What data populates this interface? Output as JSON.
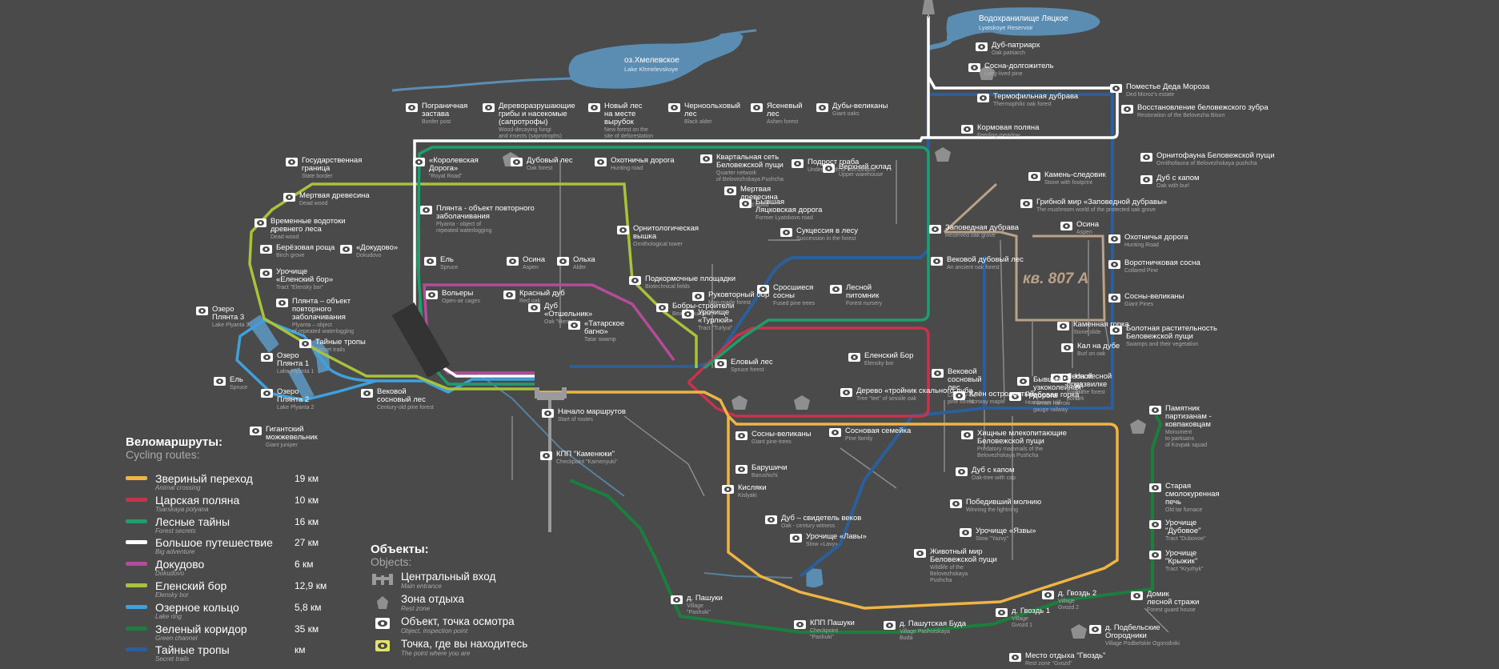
{
  "colors": {
    "background": "#4a4a4a",
    "water": "#5b8db3",
    "animal_crossing": "#f0b443",
    "tsar_glade": "#c6344c",
    "forest_secrets": "#1f9d6a",
    "big_adventure": "#ffffff",
    "dokudovo": "#b54b9b",
    "elensky_bor": "#a8c23a",
    "lake_ring": "#3ea0dc",
    "green_channel": "#1c7e3c",
    "secret_trails": "#2b5f9c",
    "road": "#b9a287"
  },
  "lakes": [
    {
      "ru": "Водохранилище Ляцкое",
      "en": "Lyatskoye Reservoir"
    },
    {
      "ru": "оз.Хмелевское",
      "en": "Lake Khmelevskoye"
    }
  ],
  "road_label": "кв. 807 А",
  "pois": [
    {
      "ru": "Дуб-патриарх",
      "en": "Oak patriarch"
    },
    {
      "ru": "Сосна-долгожитель",
      "en": "Long-lived pine"
    },
    {
      "ru": "Поместье Деда Мороза",
      "en": "Ded Moroz's estate"
    },
    {
      "ru": "Термофильная дубрава",
      "en": "Thermophilic oak forest"
    },
    {
      "ru": "Восстановление беловежского зубра",
      "en": "Restoration of the Belovezha Bison"
    },
    {
      "ru": "Кормовая поляна",
      "en": "Feeding meadow"
    },
    {
      "ru": "Пограничная\nзастава",
      "en": "Border post"
    },
    {
      "ru": "Дереворазрушающие\nгрибы и насекомые\n(сапротрофы)",
      "en": "Wood-decaying fungi\nand insects (saprotrophs)"
    },
    {
      "ru": "Новый лес\nна месте\nвырубок",
      "en": "New forest on the\nsite of deforestation"
    },
    {
      "ru": "Черноольховый\nлес",
      "en": "Black alder"
    },
    {
      "ru": "Ясеневый\nлес",
      "en": "Ashen forest"
    },
    {
      "ru": "Дубы-великаны",
      "en": "Giant oaks"
    },
    {
      "ru": "Государственная\nграница",
      "en": "State border"
    },
    {
      "ru": "«Королевская\nДорога»",
      "en": "\"Royal Road\""
    },
    {
      "ru": "Дубовый лес",
      "en": "Oak forest"
    },
    {
      "ru": "Охотничья дорога",
      "en": "Hunting road"
    },
    {
      "ru": "Квартальная сеть\nБеловежской пущи",
      "en": "Quarter network\nof Belovezhskaya Pushcha"
    },
    {
      "ru": "Подрост граба",
      "en": "Undergrowth of hornbeams"
    },
    {
      "ru": "Верхний склад",
      "en": "Upper warehouse"
    },
    {
      "ru": "Орнитофауна Беловежской пущи",
      "en": "Ornithofauna of Belovezhskaya pushcha"
    },
    {
      "ru": "Камень-следовик",
      "en": "Stone with footprint"
    },
    {
      "ru": "Дуб с капом",
      "en": "Oak with burl"
    },
    {
      "ru": "Мертвая\nдревесина",
      "en": "Dead wood"
    },
    {
      "ru": "Мертвая древесина",
      "en": "Dead wood"
    },
    {
      "ru": "Бывшая\nЛяцковская дорога",
      "en": "Former Lyatskovo road"
    },
    {
      "ru": "Грибной мир «Заповедной дубравы»",
      "en": "The mushroom world of the protected oak grove"
    },
    {
      "ru": "Временные водотоки\nдревнего леса",
      "en": "Dead wood"
    },
    {
      "ru": "Плянта - объект повторного\nзаболачивания",
      "en": "Plyanta - object of\nrepeated waterlogging"
    },
    {
      "ru": "Сукцессия в лесу",
      "en": "Succession in the forest"
    },
    {
      "ru": "Заповедная дубрава",
      "en": "Reserved oak grove"
    },
    {
      "ru": "Осина",
      "en": "Aspen"
    },
    {
      "ru": "Охотничья дорога",
      "en": "Hunting Road"
    },
    {
      "ru": "Берёзовая роща",
      "en": "Birch grove"
    },
    {
      "ru": "«Докудово»",
      "en": "Dokudovo"
    },
    {
      "ru": "Орнитологическая\nвышка",
      "en": "Ornithological tower"
    },
    {
      "ru": "Ель",
      "en": "Spruce"
    },
    {
      "ru": "Осина",
      "en": "Aspen"
    },
    {
      "ru": "Ольха",
      "en": "Alder"
    },
    {
      "ru": "Вековой дубовый лес",
      "en": "An ancient oak forest"
    },
    {
      "ru": "Воротничковая сосна",
      "en": "Collared Pine"
    },
    {
      "ru": "Урочище\n«Еленский бор»",
      "en": "Tract \"Elensky bor\""
    },
    {
      "ru": "Подкормочные площадки",
      "en": "Biotechnical fields"
    },
    {
      "ru": "Вольеры",
      "en": "Open-air cages"
    },
    {
      "ru": "Красный дуб",
      "en": "Red oak"
    },
    {
      "ru": "Руковторный бор",
      "en": "Man-made forest"
    },
    {
      "ru": "Сросшиеся\nсосны",
      "en": "Fused pine trees"
    },
    {
      "ru": "Лесной\nпитомник",
      "en": "Forest nursery"
    },
    {
      "ru": "Сосны-великаны",
      "en": "Giant Pines"
    },
    {
      "ru": "Плянта – объект\nповторного\nзаболачивания",
      "en": "Plyanta – object\nof repeated waterlogging"
    },
    {
      "ru": "Дуб\n«Отшельник»",
      "en": "Oak \"Hermit\""
    },
    {
      "ru": "Бобры-строители",
      "en": "Beaver builders"
    },
    {
      "ru": "Болотная растительность\nБеловежской пущи",
      "en": "Swamps and their vegetation"
    },
    {
      "ru": "Тайные тропы",
      "en": "Secret trails"
    },
    {
      "ru": "«Татарское\nбагно»",
      "en": "Tatar swamp"
    },
    {
      "ru": "Урочище\n«Турлюй»",
      "en": "Tract \"Turlyui\""
    },
    {
      "ru": "Каменная горка",
      "en": "Stone slide"
    },
    {
      "ru": "Еленский Бор",
      "en": "Elensky bor"
    },
    {
      "ru": "Кал на дубе",
      "en": "Burl on oak"
    },
    {
      "ru": "Еловый лес",
      "en": "Spruce forest"
    },
    {
      "ru": "На лесной\nразвилке",
      "en": "At the forest\nfork"
    },
    {
      "ru": "Дерево «тройник скального дуба",
      "en": "Tree \"tee\" of sessile oak"
    },
    {
      "ru": "Лесной\nпруд",
      "en": "Forest\npond"
    },
    {
      "ru": "Вековой\nсосновый\nлес",
      "en": "Century-old\npine forest"
    },
    {
      "ru": "Бывшая\nузкоколейная\nдорога",
      "en": "Former narrow\ngauge railway"
    },
    {
      "ru": "Грабовая горка",
      "en": "Hornbeam Hill"
    },
    {
      "ru": "Клён остролистый",
      "en": "Norway maple"
    },
    {
      "ru": "Озеро\nПлянта 3",
      "en": "Lake Plyanta 3"
    },
    {
      "ru": "Озеро\nПлянта 1",
      "en": "Lake Plyanta 1"
    },
    {
      "ru": "Ель",
      "en": "Spruce"
    },
    {
      "ru": "Озеро\nПлянта 2",
      "en": "Lake Plyanta 2"
    },
    {
      "ru": "Вековой\nсосновый лес",
      "en": "Century-old pine forest"
    },
    {
      "ru": "Начало маршрутов",
      "en": "Start of routes"
    },
    {
      "ru": "Гигантский\nможжевельник",
      "en": "Giant juniper"
    },
    {
      "ru": "Памятник\nпартизанам -\nковпаковцам",
      "en": "Monument\nto partisans\nof Kovpak squad"
    },
    {
      "ru": "Сосны-великаны",
      "en": "Giant pine-trees"
    },
    {
      "ru": "Сосновая семейка",
      "en": "Pine family"
    },
    {
      "ru": "Хищные млекопитающие\nБеловежской пущи",
      "en": "Predatory mammals of the\nBelovezhskaya Pushcha"
    },
    {
      "ru": "КПП \"Каменюки\"",
      "en": "Checkpoint \"Kamenyuki\""
    },
    {
      "ru": "Барушичи",
      "en": "Barushichi"
    },
    {
      "ru": "Дуб с капом",
      "en": "Oak-tree with cap"
    },
    {
      "ru": "Старая\nсмолокуренная\nпечь",
      "en": "Old tar furnace"
    },
    {
      "ru": "Кисляки",
      "en": "Kislyaki"
    },
    {
      "ru": "Победивший молнию",
      "en": "Winning the lightning"
    },
    {
      "ru": "Урочище\n\"Дубовое\"",
      "en": "Tract \"Dubovoe\""
    },
    {
      "ru": "Дуб – свидетель веков",
      "en": "Oak - century witness"
    },
    {
      "ru": "Урочище «Язвы»",
      "en": "Stow \"Yazvy\""
    },
    {
      "ru": "Урочище\n\"Крыжик\"",
      "en": "Tract \"Kryzhyk\""
    },
    {
      "ru": "Урочище «Лавы»",
      "en": "Stow «Lavy»"
    },
    {
      "ru": "Животный мир\nБеловежской пущи",
      "en": "Wildlife of the\nBelovezhskaya\nPushcha"
    },
    {
      "ru": "д. Гвоздь 2",
      "en": "Village\nGvozd 2"
    },
    {
      "ru": "Домик\nлесной стражи",
      "en": "Forest guard house"
    },
    {
      "ru": "д. Гвоздь 1",
      "en": "Village\nGvozd 1"
    },
    {
      "ru": "д. Пашуки",
      "en": "Village\n\"Pashuki\""
    },
    {
      "ru": "КПП Пашуки",
      "en": "Checkpoint\n\"Pashuki\""
    },
    {
      "ru": "д. Пашутская Буда",
      "en": "Village Pashutskaya\nBuda"
    },
    {
      "ru": "д. Подбельские\nОгородники",
      "en": "Village Podbelskie Ogorodniki"
    },
    {
      "ru": "Место отдыха \"Гвоздь\"",
      "en": "Rest zone \"Gvozd\""
    }
  ],
  "legend_routes": {
    "title_ru": "Веломаршруты:",
    "title_en": "Cycling routes:",
    "items": [
      {
        "ru": "Звериный переход",
        "en": "Animal crossing",
        "km": "19 км",
        "color": "#f0b443"
      },
      {
        "ru": "Царская поляна",
        "en": "Tsarskaya polyana",
        "km": "10 км",
        "color": "#c6344c"
      },
      {
        "ru": "Лесные тайны",
        "en": "Forest secrets",
        "km": "16 км",
        "color": "#1f9d6a"
      },
      {
        "ru": "Большое путешествие",
        "en": "Big adventure",
        "km": "27 км",
        "color": "#ffffff"
      },
      {
        "ru": "Докудово",
        "en": "Dokudovo",
        "km": "6 км",
        "color": "#b54b9b"
      },
      {
        "ru": "Еленский бор",
        "en": "Elensky bor",
        "km": "12,9 км",
        "color": "#a8c23a"
      },
      {
        "ru": "Озерное кольцо",
        "en": "Lake ring",
        "km": "5,8 км",
        "color": "#3ea0dc"
      },
      {
        "ru": "Зеленый коридор",
        "en": "Green channel",
        "km": "35 км",
        "color": "#1c7e3c"
      },
      {
        "ru": "Тайные тропы",
        "en": "Secret trails",
        "km": "км",
        "color": "#2b5f9c"
      }
    ]
  },
  "legend_objects": {
    "title_ru": "Объекты:",
    "title_en": "Objects:",
    "items": [
      {
        "ru": "Центральный вход",
        "en": "Main entrance",
        "icon": "main-entrance-icon"
      },
      {
        "ru": "Зона отдыха",
        "en": "Rest zone",
        "icon": "rest-zone-icon"
      },
      {
        "ru": "Объект, точка осмотра",
        "en": "Object, inspection point",
        "icon": "eye-icon"
      },
      {
        "ru": "Точка, где вы находитесь",
        "en": "The point where you are",
        "icon": "you-are-here-icon"
      }
    ]
  }
}
